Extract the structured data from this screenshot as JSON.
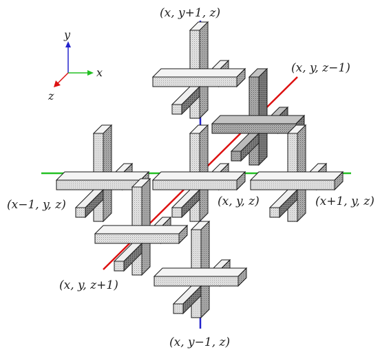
{
  "axes": {
    "x_label": "x",
    "y_label": "y",
    "z_label": "z",
    "x_color": "#22c022",
    "y_color": "#2222cc",
    "z_color": "#dd1111"
  },
  "labels": {
    "center": "(x, y, z)",
    "y_plus": "(x, y+1, z)",
    "y_minus": "(x, y−1, z)",
    "x_minus": "(x−1, y, z)",
    "x_plus": "(x+1, y, z)",
    "z_minus": "(x, y, z−1)",
    "z_plus": "(x, y, z+1)"
  },
  "colors": {
    "cell_face": "#e4e4e4",
    "cell_highlight": "#8c8c8c",
    "stroke": "#1a1a1a"
  }
}
